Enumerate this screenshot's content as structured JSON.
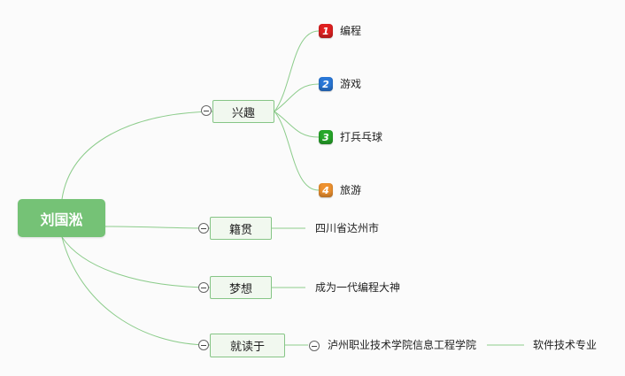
{
  "colors": {
    "line": "#8ccc8b",
    "root_fill": "#75c276",
    "branch_fill": "#f1f8ef",
    "branch_border": "#86c586"
  },
  "root": {
    "label": "刘国淞"
  },
  "branches": {
    "hobbies": {
      "label": "兴趣",
      "items": [
        {
          "marker": "1",
          "marker_color": "#e02020",
          "label": "编程"
        },
        {
          "marker": "2",
          "marker_color": "#2a78d8",
          "label": "游戏"
        },
        {
          "marker": "3",
          "marker_color": "#27a82a",
          "label": "打兵乓球"
        },
        {
          "marker": "4",
          "marker_color": "#ef9230",
          "label": "旅游"
        }
      ]
    },
    "hometown": {
      "label": "籍贯",
      "value": "四川省达州市"
    },
    "dream": {
      "label": "梦想",
      "value": "成为一代编程大神"
    },
    "study": {
      "label": "就读于",
      "school": "泸州职业技术学院信息工程学院",
      "major": "软件技术专业"
    }
  }
}
